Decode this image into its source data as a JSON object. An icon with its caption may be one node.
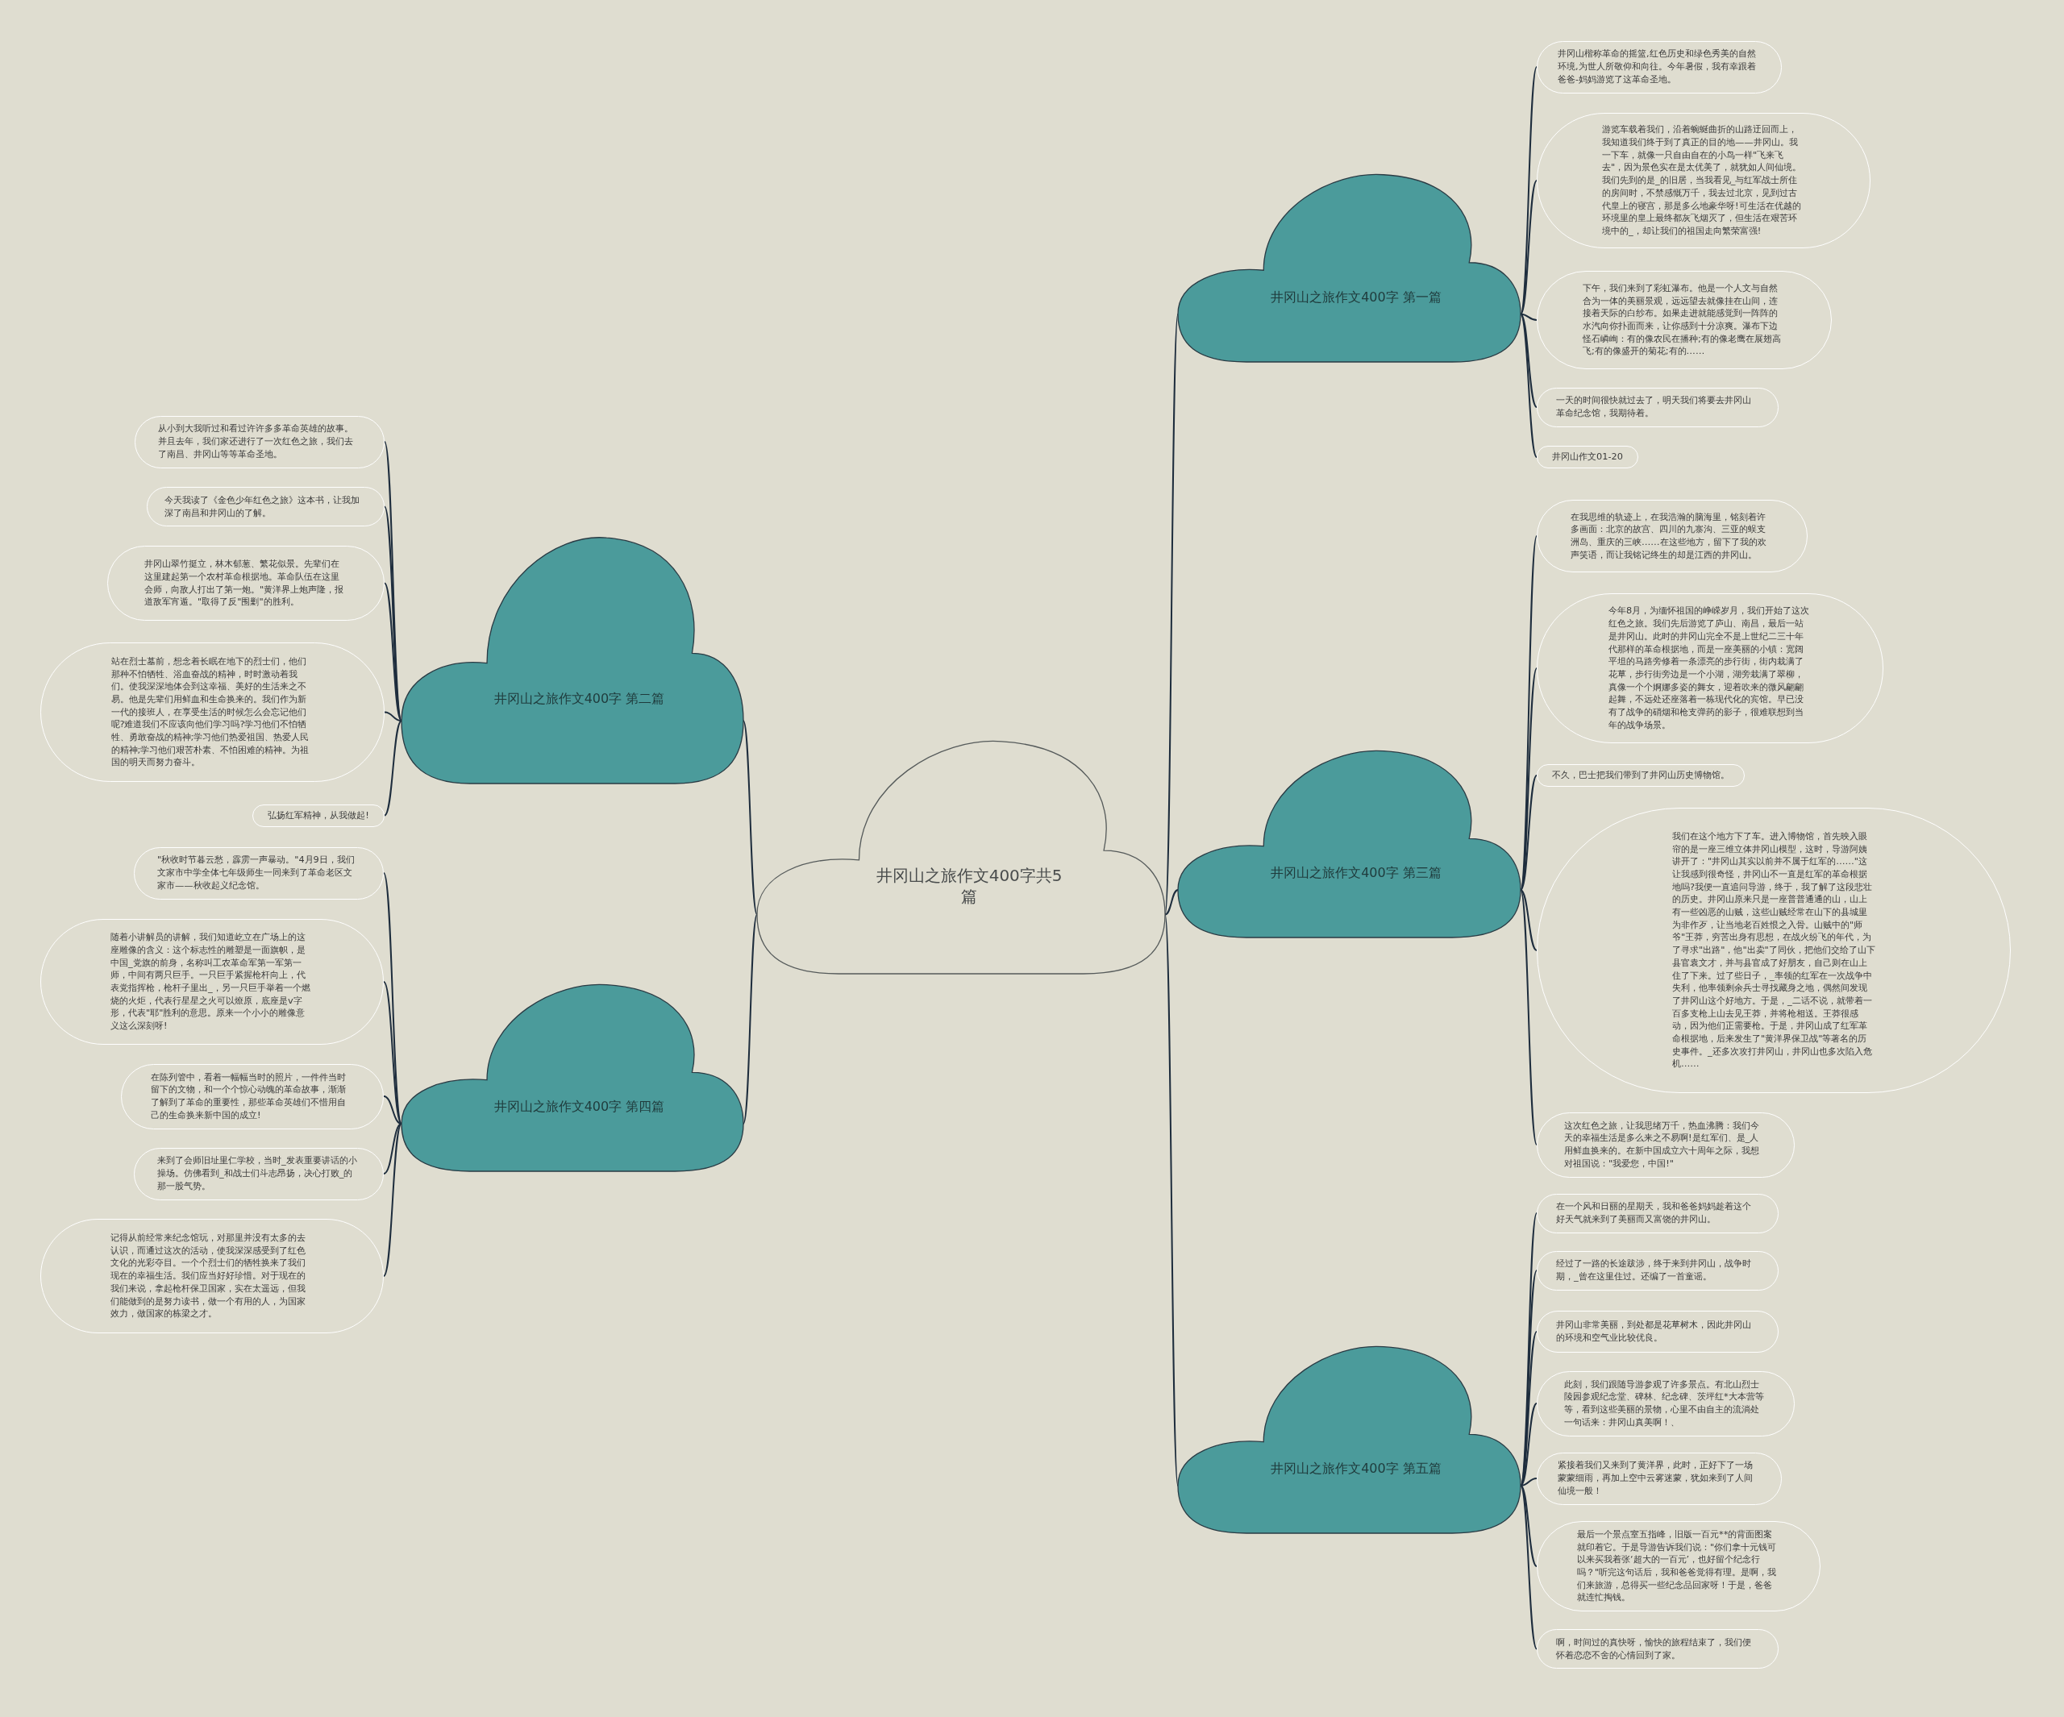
{
  "diagram": {
    "nodes": [
      {
        "text": [
          "井冈山之旅作文400字共5篇"
        ]
      },
      {
        "text": [
          "井冈山之旅作文400字 第一篇"
        ]
      },
      {
        "text": [
          "井冈山楷称革命的摇篮,红色历史和绿色秀美的自然环境,为世人所敬仰和向往。今年暑假，我有幸跟着爸爸-妈妈游览了这革命圣地。"
        ]
      },
      {
        "text": [
          "游览车载着我们，沿着蜿蜒曲折的山路迂回而上，我知道我们终于到了真正的目的地——井冈山。我一下车，就像一只自由自在的小鸟一样\"飞来飞去\"，因为景色实在是太优美了，就犹如人间仙境。我们先到的是_的旧居，当我看见_与红军战士所住的房间时，不禁感慨万千，我去过北京，见到过古代皇上的寝宫，那是多么地豪华呀!可生活在优越的环境里的皇上最终都灰飞烟灭了，但生活在艰苦环境中的_，却让我们的祖国走向繁荣富强!"
        ]
      },
      {
        "text": [
          "下午，我们来到了彩虹瀑布。他是一个人文与自然合为一体的美丽景观，远远望去就像挂在山间，连接着天际的白纱布。如果走进就能感觉到一阵阵的水汽向你扑面而来，让你感到十分凉爽。瀑布下边怪石嶙峋：有的像农民在播种;有的像老鹰在展翅高飞;有的像盛开的菊花;有的……"
        ]
      },
      {
        "text": [
          "一天的时间很快就过去了，明天我们将要去井冈山革命纪念馆，我期待着。"
        ]
      },
      {
        "text": [
          "井冈山作文01-20"
        ]
      },
      {
        "text": [
          "井冈山之旅作文400字 第二篇"
        ]
      },
      {
        "text": [
          "从小到大我听过和看过许许多多革命英雄的故事。并且去年，我们家还进行了一次红色之旅，我们去了南昌、井冈山等等革命圣地。"
        ]
      },
      {
        "text": [
          "今天我读了《金色少年红色之旅》这本书，让我加深了南昌和井冈山的了解。"
        ]
      },
      {
        "text": [
          "井冈山翠竹挺立，林木郁葱、繁花似景。先辈们在这里建起第一个农村革命根据地。革命队伍在这里会师，向敌人打出了第一炮。\"黄洋界上炮声隆，报道敌军宵遁。\"取得了反\"围剿\"的胜利。"
        ]
      },
      {
        "text": [
          "站在烈士墓前，想念着长眠在地下的烈士们，他们那种不怕牺牲、浴血奋战的精神，时时激动着我们。使我深深地体会到这幸福、美好的生活来之不易。他是先辈们用鲜血和生命换来的。我们作为新一代的接班人，在享受生活的时候怎么会忘记他们呢?难道我们不应该向他们学习吗?学习他们不怕牺牲、勇敢奋战的精神;学习他们热爱祖国、热爱人民的精神;学习他们艰苦朴素、不怕困难的精神。为祖国的明天而努力奋斗。"
        ]
      },
      {
        "text": [
          "弘扬红军精神，从我做起!"
        ]
      },
      {
        "text": [
          "井冈山之旅作文400字 第三篇"
        ]
      },
      {
        "text": [
          "在我思维的轨迹上，在我浩瀚的脑海里，铭刻着许多画面：北京的故宫、四川的九寨沟、三亚的蜈支洲岛、重庆的三峡……在这些地方，留下了我的欢声笑语，而让我铭记终生的却是江西的井冈山。"
        ]
      },
      {
        "text": [
          "今年8月，为缅怀祖国的峥嵘岁月，我们开始了这次红色之旅。我们先后游览了庐山、南昌，最后一站是井冈山。此时的井冈山完全不是上世纪二三十年代那样的革命根据地，而是一座美丽的小镇：宽阔平坦的马路旁修着一条漂亮的步行街，街内栽满了花草，步行街旁边是一个小湖，湖旁栽满了翠柳，真像一个个婀娜多姿的舞女，迎着吹来的微风翩翩起舞，不远处还座落着一栋现代化的宾馆。早已没有了战争的硝烟和枪支弹药的影子，很难联想到当年的战争场景。"
        ]
      },
      {
        "text": [
          "不久，巴士把我们带到了井冈山历史博物馆。"
        ]
      },
      {
        "text": [
          "我们在这个地方下了车。进入博物馆，首先映入眼帘的是一座三维立体井冈山模型，这时，导游阿姨讲开了：\"井冈山其实以前并不属于红军的……\"这让我感到很奇怪，井冈山不一直是红军的革命根据地吗?我便一直追问导游，终于，我了解了这段悲壮的历史。井冈山原来只是一座普普通通的山，山上有一些凶恶的山贼，这些山贼经常在山下的县城里为非作歹，让当地老百姓恨之入骨。山贼中的\"师爷\"王莽，穷苦出身有思想，在战火纷飞的年代，为了寻求\"出路\"，他\"出卖\"了同伙，把他们交给了山下县官袁文才，并与县官成了好朋友，自己则在山上住了下来。过了些日子，_率领的红军在一次战争中失利，他率领剩余兵士寻找藏身之地，偶然间发现了井冈山这个好地方。于是，_二话不说，就带着一百多支枪上山去见王莽，并将枪相送。王莽很感动，因为他们正需要枪。于是，井冈山成了红军革命根据地，后来发生了\"黄洋界保卫战\"等著名的历史事件。_还多次攻打井冈山，井冈山也多次陷入危机……"
        ]
      },
      {
        "text": [
          "这次红色之旅，让我思绪万千，热血沸腾：我们今天的幸福生活是多么来之不易啊!是红军们、是_人用鲜血换来的。在新中国成立六十周年之际，我想对祖国说：\"我爱您，中国!\""
        ]
      },
      {
        "text": [
          "井冈山之旅作文400字 第四篇"
        ]
      },
      {
        "text": [
          "\"秋收时节暮云愁，霹雳一声暴动。\"4月9日，我们文家市中学全体七年级师生一同来到了革命老区文家市——秋收起义纪念馆。"
        ]
      },
      {
        "text": [
          "随着小讲解员的讲解，我们知道屹立在广场上的这座雕像的含义：这个标志性的雕塑是一面旗帜，是中国_党旗的前身，名称叫工农革命军第一军第一师，中间有两只巨手。一只巨手紧握枪杆向上，代表党指挥枪，枪杆子里出_，另一只巨手举着一个燃烧的火炬，代表行星星之火可以燎原，底座是v字形，代表\"耶\"胜利的意思。原来一个小小的雕像意义这么深刻呀!"
        ]
      },
      {
        "text": [
          "在陈列管中，看着一幅幅当时的照片，一件件当时留下的文物，和一个个惊心动魄的革命故事，渐渐了解到了革命的重要性，那些革命英雄们不惜用自己的生命换来新中国的成立!"
        ]
      },
      {
        "text": [
          "来到了会师旧址里仁学校，当时_发表重要讲话的小操场。仿佛看到_和战士们斗志昂扬，决心打败_的那一股气势。"
        ]
      },
      {
        "text": [
          "记得从前经常来纪念馆玩，对那里并没有太多的去认识，而通过这次的活动，使我深深感受到了红色文化的光彩夺目。一个个烈士们的牺牲换来了我们现在的幸福生活。我们应当好好珍惜。对于现在的我们来说，拿起枪杆保卫国家，实在太遥远，但我们能做到的是努力读书，做一个有用的人，为国家效力，做国家的栋梁之才。"
        ]
      },
      {
        "text": [
          "井冈山之旅作文400字 第五篇"
        ]
      },
      {
        "text": [
          "在一个风和日丽的星期天，我和爸爸妈妈趁着这个好天气就来到了美丽而又富饶的井冈山。"
        ]
      },
      {
        "text": [
          "经过了一路的长途跋涉，终于来到井冈山，战争时期，_曾在这里住过。还编了一首童谣。"
        ]
      },
      {
        "text": [
          "井冈山非常美丽，到处都是花草树木，因此井冈山的环境和空气业比较优良。"
        ]
      },
      {
        "text": [
          "此刻，我们跟随导游参观了许多景点。有北山烈士陵园参观纪念堂、碑林、纪念碑、茨坪红*大本营等等，看到这些美丽的景物，心里不由自主的流淌处一句话来：井冈山真美啊！、"
        ]
      },
      {
        "text": [
          "紧接着我们又来到了黄洋界，此时，正好下了一场蒙蒙细雨，再加上空中云雾迷蒙，犹如来到了人间仙境一般！"
        ]
      },
      {
        "text": [
          "最后一个景点室五指峰，旧版一百元**的背面图案就印着它。于是导游告诉我们说：\"你们拿十元钱可以来买我着张‘超大的一百元’，也好留个纪念行吗？\"听完这句话后，我和爸爸觉得有理。是啊，我们来旅游，总得买一些纪念品回家呀！于是，爸爸就连忙掏钱。"
        ]
      },
      {
        "text": [
          "啊，时间过的真快呀，愉快的旅程结束了，我们便怀着恋恋不舍的心情回到了家。"
        ]
      }
    ],
    "edges": [
      {
        "from": 0,
        "to": 1,
        "arrow": "none"
      },
      {
        "from": 1,
        "to": 2,
        "arrow": "none"
      },
      {
        "from": 1,
        "to": 3,
        "arrow": "none"
      },
      {
        "from": 1,
        "to": 4,
        "arrow": "none"
      },
      {
        "from": 1,
        "to": 5,
        "arrow": "none"
      },
      {
        "from": 1,
        "to": 6,
        "arrow": "none"
      },
      {
        "from": 0,
        "to": 7,
        "arrow": "none"
      },
      {
        "from": 7,
        "to": 8,
        "arrow": "none"
      },
      {
        "from": 7,
        "to": 9,
        "arrow": "none"
      },
      {
        "from": 7,
        "to": 10,
        "arrow": "none"
      },
      {
        "from": 7,
        "to": 11,
        "arrow": "none"
      },
      {
        "from": 7,
        "to": 12,
        "arrow": "none"
      },
      {
        "from": 0,
        "to": 13,
        "arrow": "none"
      },
      {
        "from": 13,
        "to": 14,
        "arrow": "none"
      },
      {
        "from": 13,
        "to": 15,
        "arrow": "none"
      },
      {
        "from": 13,
        "to": 16,
        "arrow": "none"
      },
      {
        "from": 13,
        "to": 17,
        "arrow": "none"
      },
      {
        "from": 13,
        "to": 18,
        "arrow": "none"
      },
      {
        "from": 0,
        "to": 19,
        "arrow": "none"
      },
      {
        "from": 19,
        "to": 20,
        "arrow": "none"
      },
      {
        "from": 19,
        "to": 21,
        "arrow": "none"
      },
      {
        "from": 19,
        "to": 22,
        "arrow": "none"
      },
      {
        "from": 19,
        "to": 23,
        "arrow": "none"
      },
      {
        "from": 19,
        "to": 24,
        "arrow": "none"
      },
      {
        "from": 0,
        "to": 25,
        "arrow": "none"
      },
      {
        "from": 25,
        "to": 26,
        "arrow": "none"
      },
      {
        "from": 25,
        "to": 27,
        "arrow": "none"
      },
      {
        "from": 25,
        "to": 28,
        "arrow": "none"
      },
      {
        "from": 25,
        "to": 29,
        "arrow": "none"
      },
      {
        "from": 25,
        "to": 30,
        "arrow": "none"
      },
      {
        "from": 25,
        "to": 31,
        "arrow": "none"
      },
      {
        "from": 25,
        "to": 32,
        "arrow": "none"
      }
    ]
  }
}
